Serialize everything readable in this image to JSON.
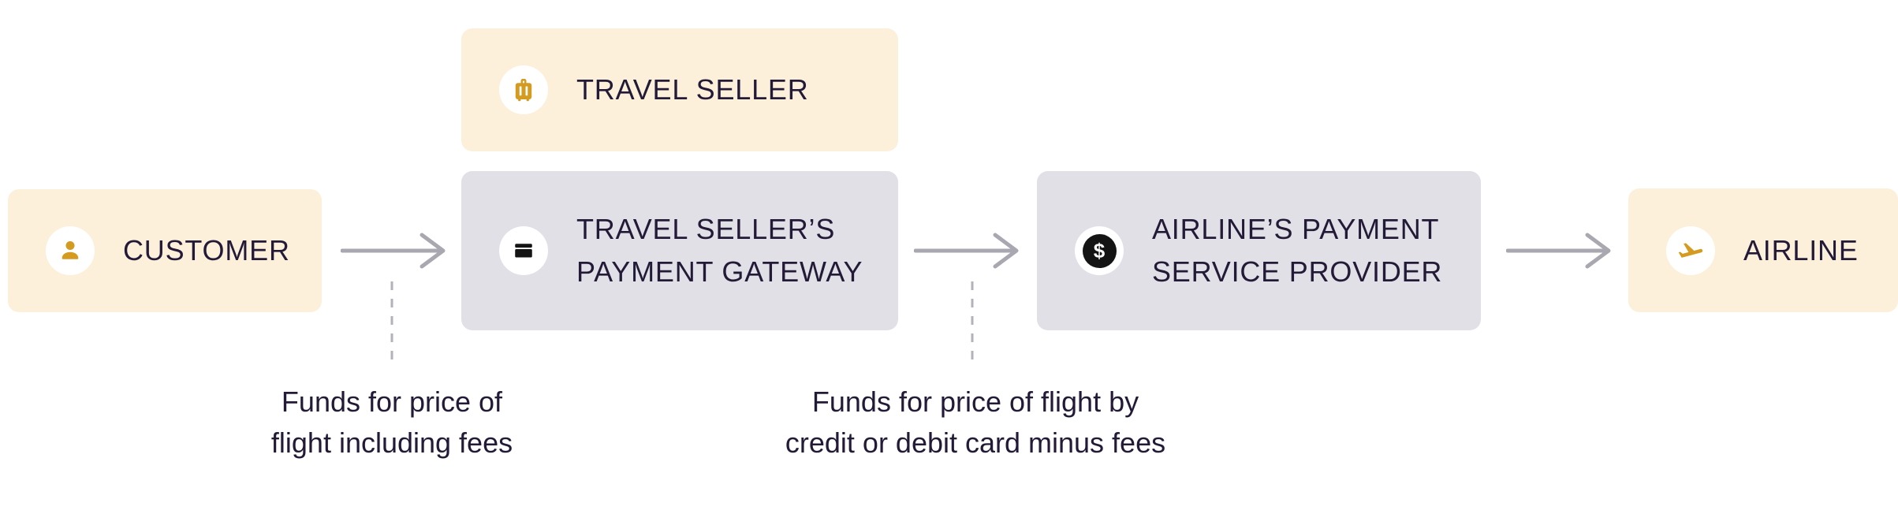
{
  "colors": {
    "canvas_bg": "#FFFFFF",
    "cream_box": "#FCF0DB",
    "gray_box": "#E1E0E6",
    "text_dark": "#231A38",
    "icon_orange": "#D49B20",
    "icon_black": "#141414",
    "arrow_gray": "#A9A8B0",
    "dash_gray": "#B3B2B9",
    "circle_white": "#FFFFFF"
  },
  "nodes": {
    "travel_seller": {
      "label": "TRAVEL SELLER",
      "icon": "luggage-icon"
    },
    "customer": {
      "label": "CUSTOMER",
      "icon": "person-icon"
    },
    "payment_gateway": {
      "lines": [
        "TRAVEL SELLER’S",
        "PAYMENT GATEWAY"
      ],
      "icon": "credit-card-icon"
    },
    "psp": {
      "lines": [
        "AIRLINE’S PAYMENT",
        "SERVICE PROVIDER"
      ],
      "icon": "dollar-circle-icon",
      "dollar_glyph": "$"
    },
    "airline": {
      "label": "AIRLINE",
      "icon": "plane-takeoff-icon"
    }
  },
  "annotations": {
    "customer_to_gateway": {
      "lines": [
        "Funds for price of",
        "flight including fees"
      ]
    },
    "gateway_to_psp": {
      "lines": [
        "Funds for price of flight by",
        "credit or debit card minus fees"
      ]
    }
  }
}
